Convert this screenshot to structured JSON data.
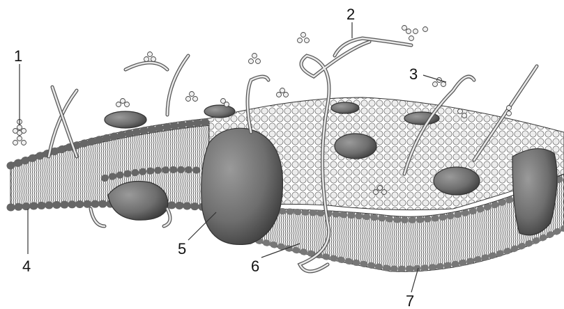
{
  "labels": [
    {
      "id": "1",
      "text": "1"
    },
    {
      "id": "2",
      "text": "2"
    },
    {
      "id": "3",
      "text": "3"
    },
    {
      "id": "4",
      "text": "4"
    },
    {
      "id": "5",
      "text": "5"
    },
    {
      "id": "6",
      "text": "6"
    },
    {
      "id": "7",
      "text": "7"
    }
  ],
  "colors": {
    "head": "#e6e6e6",
    "head_stroke": "#555555",
    "protein": "#6e6e6e",
    "tail": "#444444",
    "background": "#ffffff"
  }
}
